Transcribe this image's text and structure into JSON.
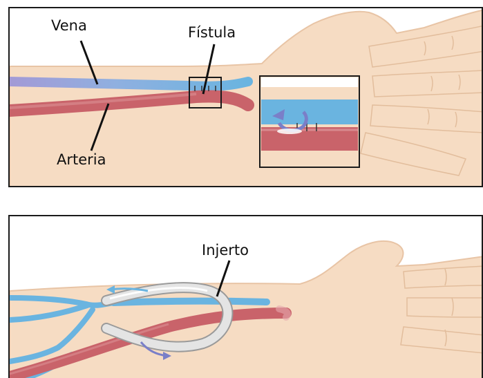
{
  "top_panel": {
    "labels": {
      "vein": "Vena",
      "fistula": "Fístula",
      "artery": "Arteria"
    }
  },
  "bottom_panel": {
    "labels": {
      "graft": "Injerto"
    }
  },
  "colors": {
    "skin": "#f6dcc3",
    "skin_outline": "#e8c4a5",
    "vein": "#6ab4e0",
    "vein_purple": "#9c8fd0",
    "artery": "#c9636a",
    "graft": "#e4e4e4",
    "arrow": "#7a7fc8",
    "border": "#1a1a1a"
  }
}
